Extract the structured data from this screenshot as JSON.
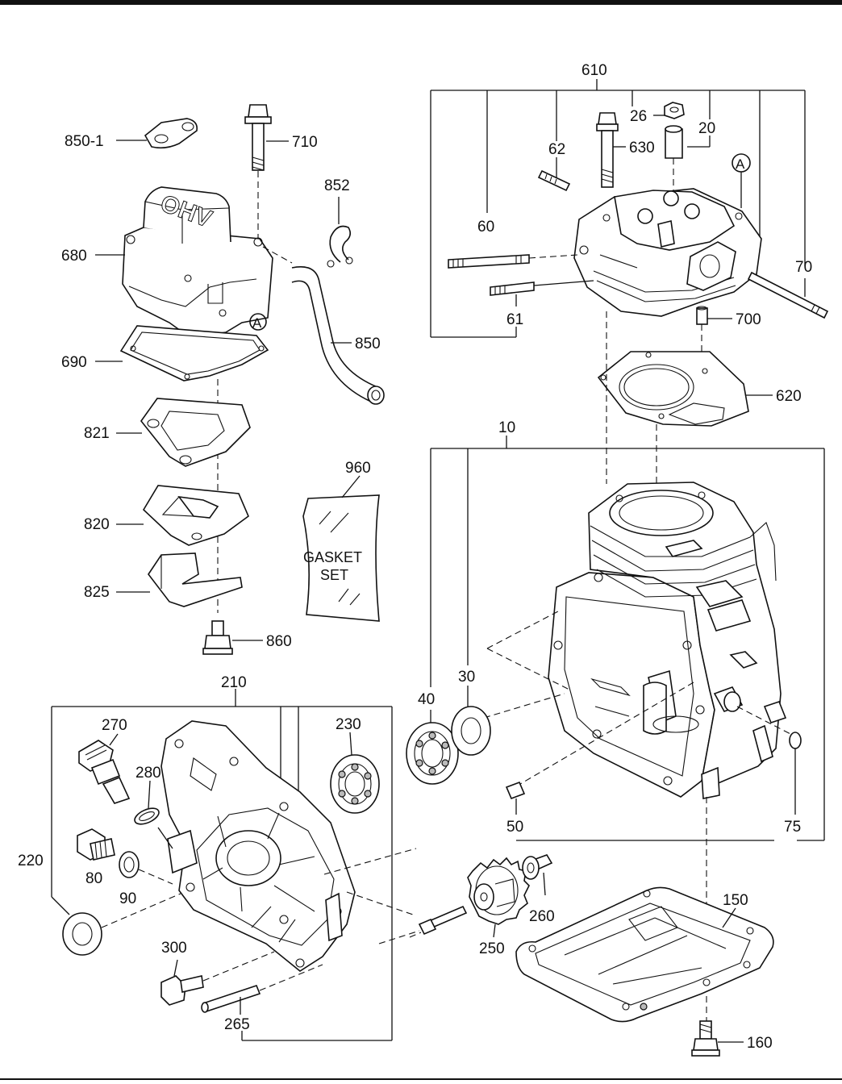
{
  "labels": {
    "p850_1": "850-1",
    "p710": "710",
    "p852": "852",
    "p680": "680",
    "p690": "690",
    "p850": "850",
    "p821": "821",
    "p820": "820",
    "p825": "825",
    "p860": "860",
    "p960": "960",
    "gasket_set_line1": "GASKET",
    "gasket_set_line2": "SET",
    "ohv": "OHV",
    "p610": "610",
    "p26": "26",
    "p20": "20",
    "p62": "62",
    "p630": "630",
    "p60": "60",
    "p61": "61",
    "p70": "70",
    "p700": "700",
    "p620": "620",
    "p10": "10",
    "p40": "40",
    "p30": "30",
    "p50": "50",
    "p75": "75",
    "p210": "210",
    "p270": "270",
    "p230": "230",
    "p280": "280",
    "p220": "220",
    "p80": "80",
    "p90": "90",
    "p300": "300",
    "p265": "265",
    "p260": "260",
    "p250": "250",
    "p150": "150",
    "p160": "160",
    "ref_a": "A"
  }
}
